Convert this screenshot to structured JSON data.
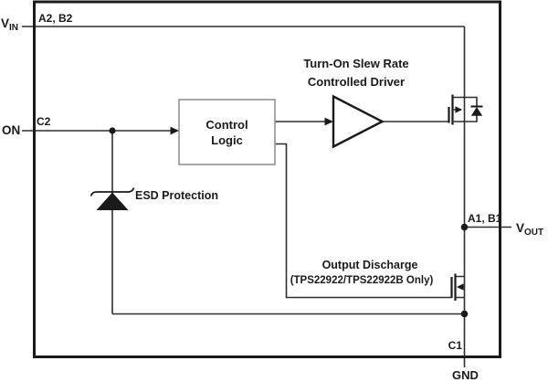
{
  "diagram": {
    "pins": {
      "vin": {
        "label": "V",
        "sub": "IN",
        "pad": "A2, B2"
      },
      "on": {
        "label": "ON",
        "pad": "C2"
      },
      "vout": {
        "label": "V",
        "sub": "OUT",
        "pad": "A1, B1"
      },
      "gnd": {
        "label": "GND",
        "pad": "C1"
      }
    },
    "blocks": {
      "control_logic": {
        "line1": "Control",
        "line2": "Logic"
      },
      "driver": {
        "line1": "Turn-On Slew Rate",
        "line2": "Controlled Driver"
      },
      "esd": {
        "label": "ESD Protection"
      },
      "output_discharge": {
        "line1": "Output Discharge",
        "line2": "(TPS22922/TPS22922B Only)"
      }
    },
    "colors": {
      "background": "#ffffff",
      "wire": "#2e2e2e",
      "outer_box": "#1a1a1a",
      "logic_box_border": "#929292",
      "text": "#1a1a1a"
    }
  }
}
